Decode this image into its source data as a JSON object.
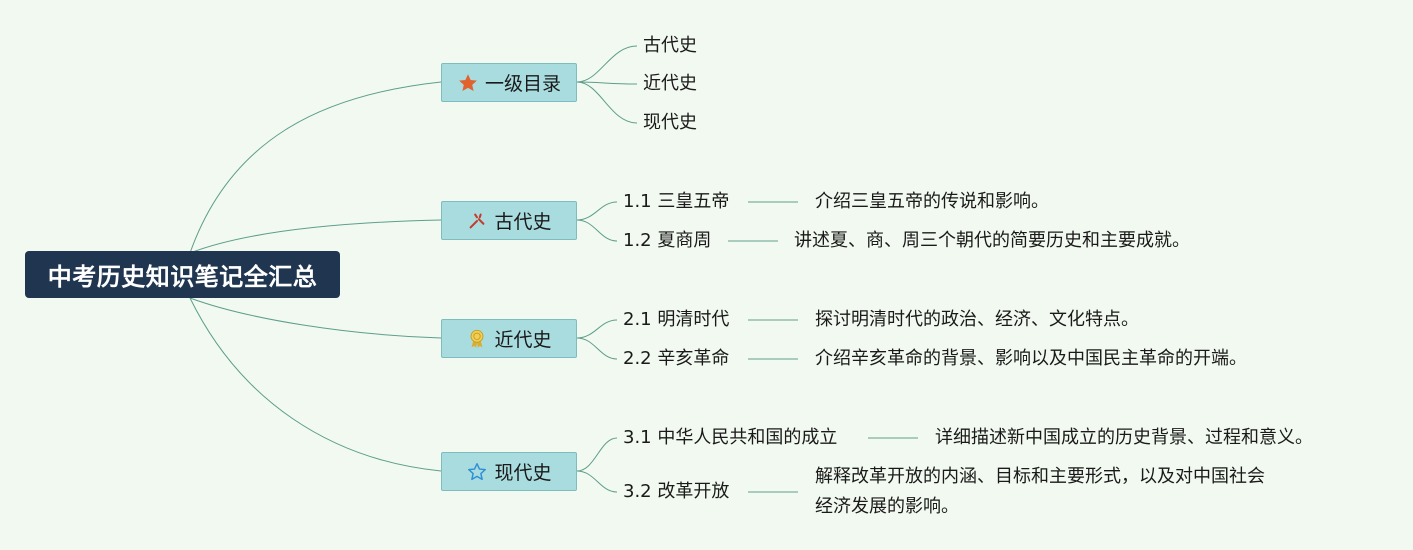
{
  "root": {
    "title": "中考历史知识笔记全汇总"
  },
  "branches": [
    {
      "label": "一级目录",
      "icon": "star-icon",
      "icon_color": "#e0632f",
      "children": [
        {
          "label": "古代史"
        },
        {
          "label": "近代史"
        },
        {
          "label": "现代史"
        }
      ]
    },
    {
      "label": "古代史",
      "icon": "sparkle-icon",
      "icon_color": "#c43a2c",
      "children": [
        {
          "label": "1.1 三皇五帝",
          "desc": "介绍三皇五帝的传说和影响。"
        },
        {
          "label": "1.2 夏商周",
          "desc": "讲述夏、商、周三个朝代的简要历史和主要成就。"
        }
      ]
    },
    {
      "label": "近代史",
      "icon": "medal-icon",
      "icon_color": "#e2b93b",
      "children": [
        {
          "label": "2.1 明清时代",
          "desc": "探讨明清时代的政治、经济、文化特点。"
        },
        {
          "label": "2.2 辛亥革命",
          "desc": "介绍辛亥革命的背景、影响以及中国民主革命的开端。"
        }
      ]
    },
    {
      "label": "现代史",
      "icon": "star-outline-icon",
      "icon_color": "#2f8fd6",
      "children": [
        {
          "label": "3.1 中华人民共和国的成立",
          "desc": "详细描述新中国成立的历史背景、过程和意义。"
        },
        {
          "label": "3.2 改革开放",
          "desc_line1": "解释改革开放的内涵、目标和主要形式，以及对中国社会",
          "desc_line2": "经济发展的影响。"
        }
      ]
    }
  ],
  "colors": {
    "background": "#f2f9f0",
    "root_fill": "#1f3550",
    "branch_fill": "#a9dcdf",
    "connector": "#5d9e8c"
  }
}
